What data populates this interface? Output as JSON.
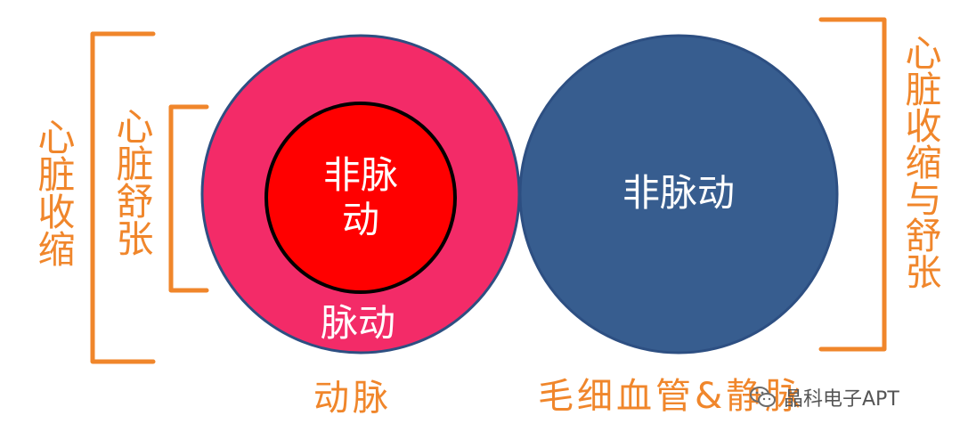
{
  "left_outer_label": "心脏收缩",
  "left_inner_label": "心脏舒张",
  "right_label": "心脏收缩与舒张",
  "artery": {
    "inner_label": "非脉动",
    "ring_label": "脉动",
    "caption": "动脉"
  },
  "capillary_vein": {
    "inner_label": "非脉动",
    "caption": "毛细血管&静脉"
  },
  "watermark": {
    "text": "晶科电子APT",
    "icon": "wechat-icon"
  },
  "colors": {
    "bracket": "#f0862b",
    "artery_ring": "#f32b68",
    "artery_core": "#ff0000",
    "vein": "#375d8f",
    "circle_stroke": "#2d4f82"
  }
}
